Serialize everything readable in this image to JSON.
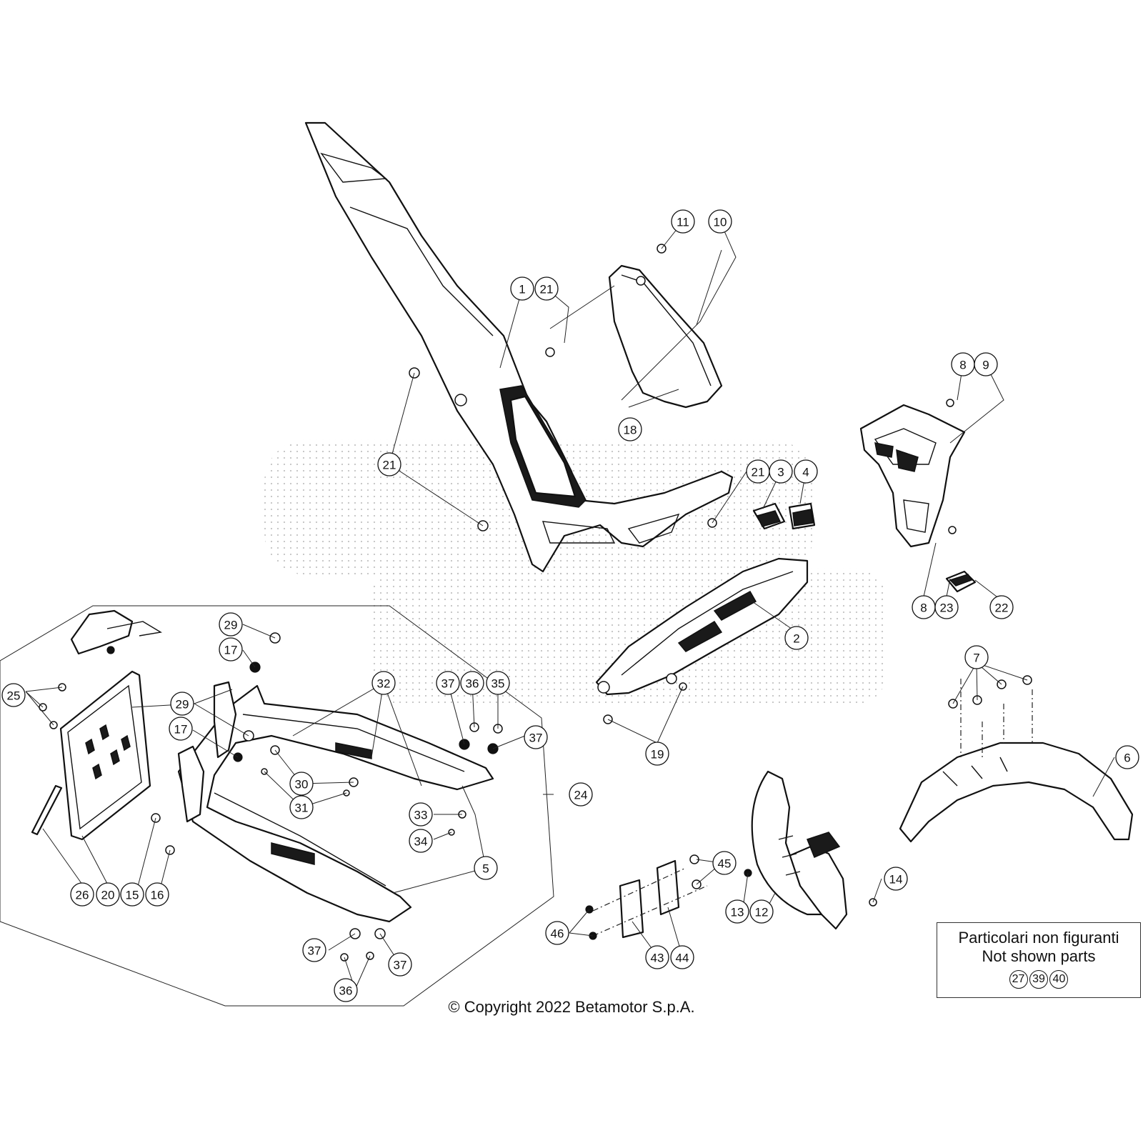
{
  "diagram": {
    "callouts": [
      {
        "id": "c-1",
        "label": "1"
      },
      {
        "id": "c-21a",
        "label": "21"
      },
      {
        "id": "c-11",
        "label": "11"
      },
      {
        "id": "c-10",
        "label": "10"
      },
      {
        "id": "c-18",
        "label": "18"
      },
      {
        "id": "c-21b",
        "label": "21"
      },
      {
        "id": "c-21c",
        "label": "21"
      },
      {
        "id": "c-3",
        "label": "3"
      },
      {
        "id": "c-4",
        "label": "4"
      },
      {
        "id": "c-8a",
        "label": "8"
      },
      {
        "id": "c-9",
        "label": "9"
      },
      {
        "id": "c-8b",
        "label": "8"
      },
      {
        "id": "c-23",
        "label": "23"
      },
      {
        "id": "c-22",
        "label": "22"
      },
      {
        "id": "c-2",
        "label": "2"
      },
      {
        "id": "c-19",
        "label": "19"
      },
      {
        "id": "c-7",
        "label": "7"
      },
      {
        "id": "c-6",
        "label": "6"
      },
      {
        "id": "c-29a",
        "label": "29"
      },
      {
        "id": "c-17a",
        "label": "17"
      },
      {
        "id": "c-25",
        "label": "25"
      },
      {
        "id": "c-29b",
        "label": "29"
      },
      {
        "id": "c-17b",
        "label": "17"
      },
      {
        "id": "c-32",
        "label": "32"
      },
      {
        "id": "c-37a",
        "label": "37"
      },
      {
        "id": "c-36a",
        "label": "36"
      },
      {
        "id": "c-35",
        "label": "35"
      },
      {
        "id": "c-37b",
        "label": "37"
      },
      {
        "id": "c-30",
        "label": "30"
      },
      {
        "id": "c-31",
        "label": "31"
      },
      {
        "id": "c-24",
        "label": "24"
      },
      {
        "id": "c-33",
        "label": "33"
      },
      {
        "id": "c-34",
        "label": "34"
      },
      {
        "id": "c-5",
        "label": "5"
      },
      {
        "id": "c-26",
        "label": "26"
      },
      {
        "id": "c-20",
        "label": "20"
      },
      {
        "id": "c-15",
        "label": "15"
      },
      {
        "id": "c-16",
        "label": "16"
      },
      {
        "id": "c-37c",
        "label": "37"
      },
      {
        "id": "c-37d",
        "label": "37"
      },
      {
        "id": "c-36b",
        "label": "36"
      },
      {
        "id": "c-45",
        "label": "45"
      },
      {
        "id": "c-46",
        "label": "46"
      },
      {
        "id": "c-43",
        "label": "43"
      },
      {
        "id": "c-44",
        "label": "44"
      },
      {
        "id": "c-13",
        "label": "13"
      },
      {
        "id": "c-12",
        "label": "12"
      },
      {
        "id": "c-14",
        "label": "14"
      }
    ]
  },
  "note": {
    "line1": "Particolari non figuranti",
    "line2": "Not shown parts",
    "parts": [
      "27",
      "39",
      "40"
    ]
  },
  "copyright": "© Copyright 2022 Betamotor S.p.A."
}
